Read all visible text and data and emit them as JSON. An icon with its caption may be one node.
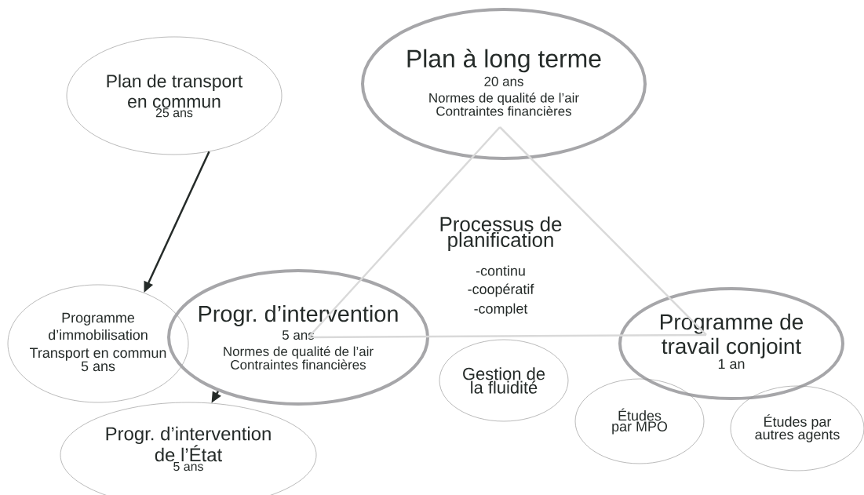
{
  "diagram": {
    "nodes": [
      {
        "text": [
          "Plan de transport en commun",
          "25 ans"
        ]
      },
      {
        "text": [
          "Plan à long terme",
          "20 ans",
          "Normes de qualité de l’air",
          "Contraintes financières"
        ]
      },
      {
        "text": [
          "Programme d’immobilisation",
          "Transport en commun",
          "5 ans"
        ]
      },
      {
        "text": [
          "Progr. d’intervention",
          "5 ans",
          "Normes de qualité de l’air",
          "Contraintes financières"
        ]
      },
      {
        "text": [
          "Gestion de la fluidité"
        ]
      },
      {
        "text": [
          "Programme de travail conjoint",
          "1 an"
        ]
      },
      {
        "text": [
          "Progr. d’intervention de l’État",
          "5 ans"
        ]
      },
      {
        "text": [
          "Études par MPO"
        ]
      },
      {
        "text": [
          "Études par autres agents"
        ]
      }
    ],
    "edges": [
      {
        "from": 0,
        "to": 2,
        "arrow": "to",
        "color": "#252b29"
      },
      {
        "from": 3,
        "to": 6,
        "arrow": "to",
        "color": "#252b29"
      },
      {
        "from": 1,
        "to": 3,
        "arrow": "none",
        "color": "#d9d9d9"
      },
      {
        "from": 1,
        "to": 5,
        "arrow": "none",
        "color": "#d9d9d9"
      },
      {
        "from": 3,
        "to": 5,
        "arrow": "none",
        "color": "#d9d9d9"
      }
    ],
    "labels": [
      "Processus de planification",
      "-continu",
      "-coopératif",
      "-complet"
    ]
  }
}
